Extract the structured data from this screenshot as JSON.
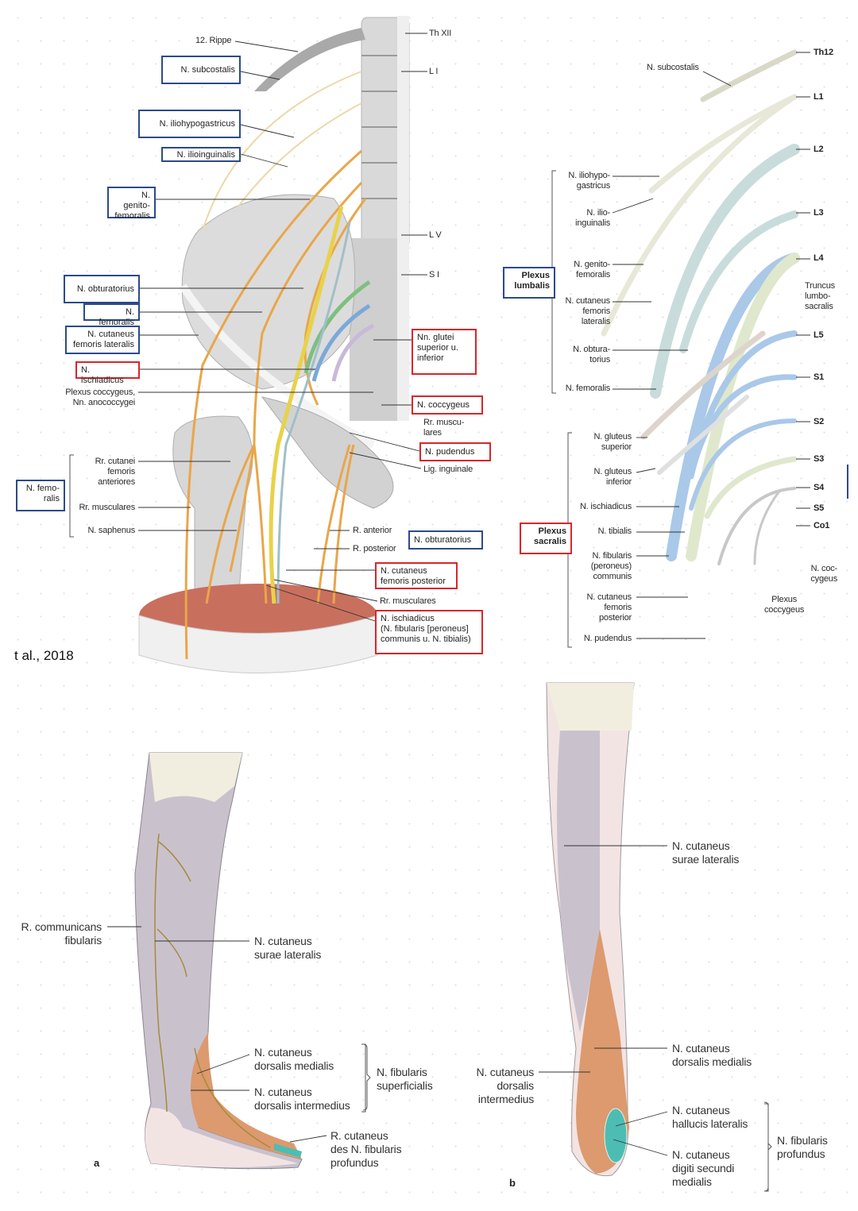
{
  "top_left_figure": {
    "labels": {
      "rib12": "12. Rippe",
      "th12": "Th XII",
      "l1": "L I",
      "l5": "L V",
      "s1": "S I",
      "plexus_coccygeus": "Plexus coccygeus,\nNn. anococcygei",
      "rr_cutanei": "Rr. cutanei\nfemoris\nanteriores",
      "rr_musculares_left": "Rr. musculares",
      "n_saphenus": "N. saphenus",
      "rr_musculares_sacral": "Rr. muscu-\nlares",
      "lig_inguinale": "Lig. inguinale",
      "r_anterior": "R. anterior",
      "r_posterior": "R. posterior",
      "rr_musculares_bottom": "Rr. musculares"
    },
    "blue_boxes": {
      "subcostalis": "N. subcostalis",
      "iliohypogastricus": "N. iliohypogastricus",
      "ilioinguinalis": "N. ilioinguinalis",
      "genitofemoralis": "N. genito-\nfemoralis",
      "obturatorius": "N. obturatorius",
      "femoralis": "N. femoralis",
      "cutaneus_fem_lat": "N. cutaneus\nfemoris lateralis",
      "femoralis_group": "N. femo-\nralis",
      "obturatorius_right": "N. obturatorius"
    },
    "red_boxes": {
      "ischiadicus": "N. ischiadicus",
      "glutei": "Nn. glutei\nsuperior u.\ninferior",
      "coccygeus": "N. coccygeus",
      "pudendus": "N. pudendus",
      "cutaneus_fem_post": "N. cutaneus\nfemoris posterior",
      "ischiadicus_full": "N. ischiadicus\n(N. fibularis [peroneus]\ncommunis u. N. tibialis)"
    },
    "citation": "t al., 2018"
  },
  "top_right_figure": {
    "segments": [
      "Th12",
      "L1",
      "L2",
      "L3",
      "L4",
      "L5",
      "S1",
      "S2",
      "S3",
      "S4",
      "S5",
      "Co1"
    ],
    "n_subcostalis": "N. subcostalis",
    "plexus_lumbalis": "Plexus\nlumbalis",
    "plexus_sacralis": "Plexus\nsacralis",
    "truncus": "Truncus\nlumbo-\nsacralis",
    "lumbar_labels": [
      "N. iliohypo-\ngastricus",
      "N. ilio-\ninguinalis",
      "N. genito-\nfemoralis",
      "N. cutaneus\nfemoris\nlateralis",
      "N. obtura-\ntorius",
      "N. femoralis"
    ],
    "sacral_labels": [
      "N. gluteus\nsuperior",
      "N. gluteus\ninferior",
      "N. ischiadicus",
      "N. tibialis",
      "N. fibularis\n(peroneus)\ncommunis",
      "N. cutaneus\nfemoris\nposterior",
      "N. pudendus"
    ],
    "n_coccygeus": "N. coc-\ncygeus",
    "plexus_coccygeus": "Plexus\ncoccygeus"
  },
  "bottom_left_figure": {
    "panel_letter": "a",
    "r_communicans": "R. communicans\nfibularis",
    "surae_lateralis": "N. cutaneus\nsurae lateralis",
    "dorsalis_medialis": "N. cutaneus\ndorsalis medialis",
    "dorsalis_intermedius": "N. cutaneus\ndorsalis intermedius",
    "fibularis_superficialis": "N. fibularis\nsuperficialis",
    "r_cutaneus_profundus": "R. cutaneus\ndes N. fibularis\nprofundus"
  },
  "bottom_right_figure": {
    "panel_letter": "b",
    "surae_lateralis": "N. cutaneus\nsurae lateralis",
    "dorsalis_medialis": "N. cutaneus\ndorsalis medialis",
    "dorsalis_intermedius": "N. cutaneus\ndorsalis\nintermedius",
    "hallucis_lateralis": "N. cutaneus\nhallucis lateralis",
    "digiti_secundi": "N. cutaneus\ndigiti secundi\nmedialis",
    "fibularis_profundus": "N. fibularis\nprofundus"
  },
  "colors": {
    "blue_box": "#2c4a8a",
    "red_box": "#d8262b",
    "nerve_orange": "#e9a64a",
    "nerve_yellow": "#e8d24a",
    "skin_grey": "#c9c2cd",
    "skin_pink": "#f3e4e4",
    "skin_orange": "#dc9a6e",
    "skin_teal": "#4dbdb3"
  }
}
